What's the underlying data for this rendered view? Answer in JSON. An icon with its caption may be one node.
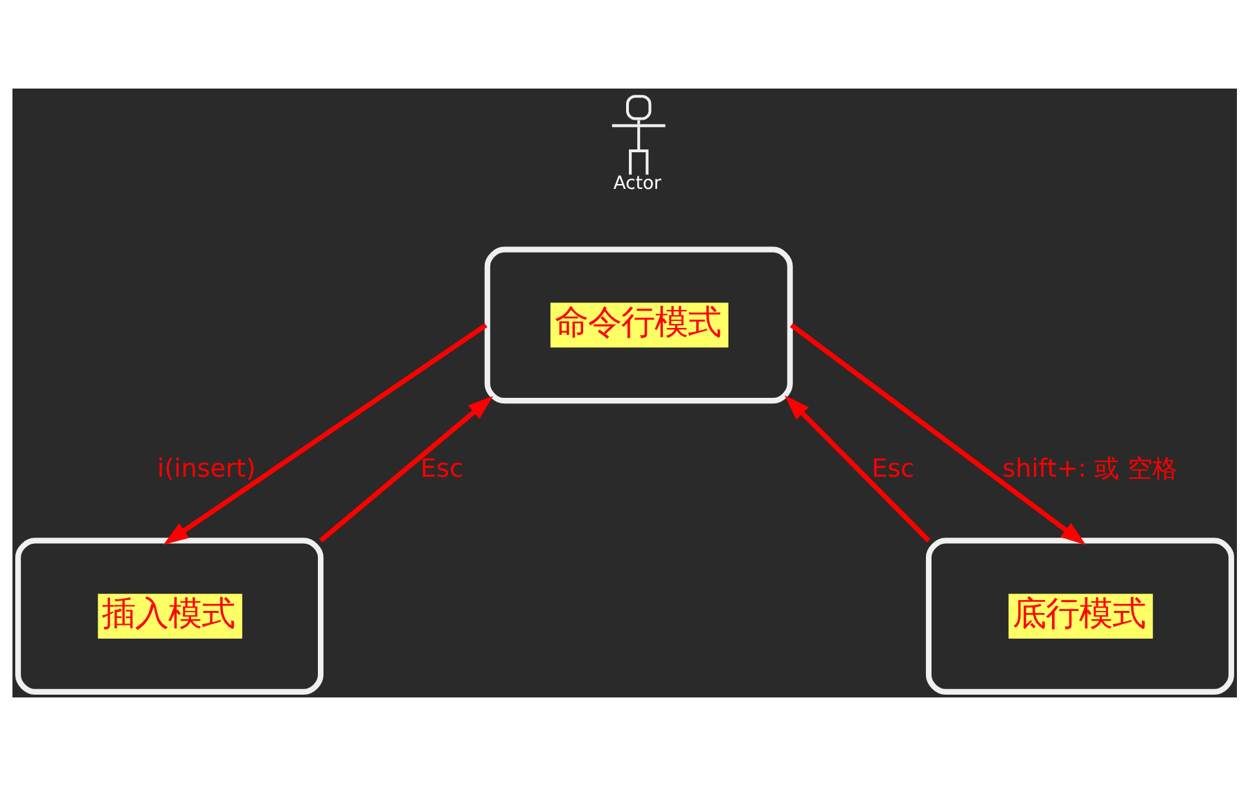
{
  "diagram": {
    "nodes": [
      {
        "text": [
          "Actor"
        ]
      },
      {
        "text": [
          "命令行模式"
        ]
      },
      {
        "text": [
          "插入模式"
        ]
      },
      {
        "text": [
          "底行模式"
        ]
      }
    ],
    "edges": [
      {
        "from": 1,
        "to": 2,
        "arrow": "to",
        "label": "i(insert)"
      },
      {
        "from": 2,
        "to": 1,
        "arrow": "to",
        "label": "Esc"
      },
      {
        "from": 1,
        "to": 3,
        "arrow": "to",
        "label": "shift+: 或 空格"
      },
      {
        "from": 3,
        "to": 1,
        "arrow": "to",
        "label": "Esc"
      }
    ]
  }
}
